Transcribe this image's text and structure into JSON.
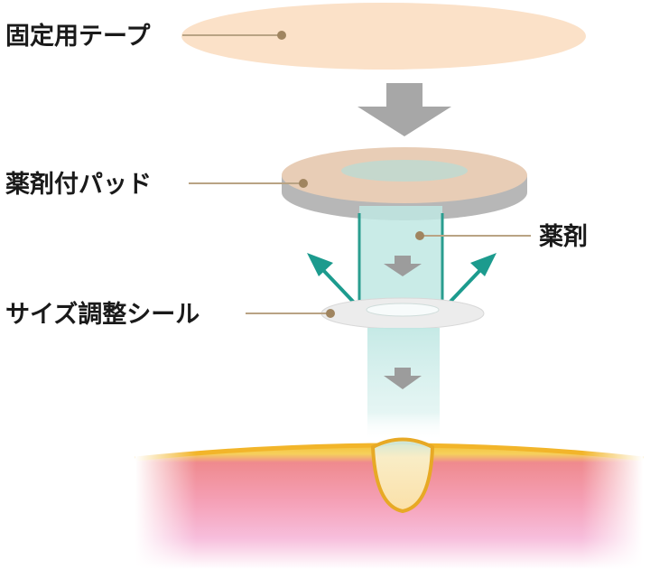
{
  "labels": {
    "tape": "固定用テープ",
    "pad": "薬剤付パッド",
    "medicine": "薬剤",
    "seal": "サイズ調整シール"
  },
  "colors": {
    "tape": "#fbe1c8",
    "pad_top": "#e8cdb6",
    "pad_side": "#b7b7b7",
    "pad_center": "#c5d8cd",
    "column": "#bfe7e3",
    "column_edge": "#2a9d8f",
    "arrow_gray": "#a7a7a7",
    "arrow_teal": "#1c9b8e",
    "seal": "#ececec",
    "leader_line": "#b9a384",
    "leader_dot": "#a08560",
    "skin_yellow": "#f4c23a",
    "skin_red": "#ef8a8e",
    "skin_pink": "#f6a9cf",
    "bump": "#fbe6b4",
    "label_text": "#1a1a1a"
  }
}
